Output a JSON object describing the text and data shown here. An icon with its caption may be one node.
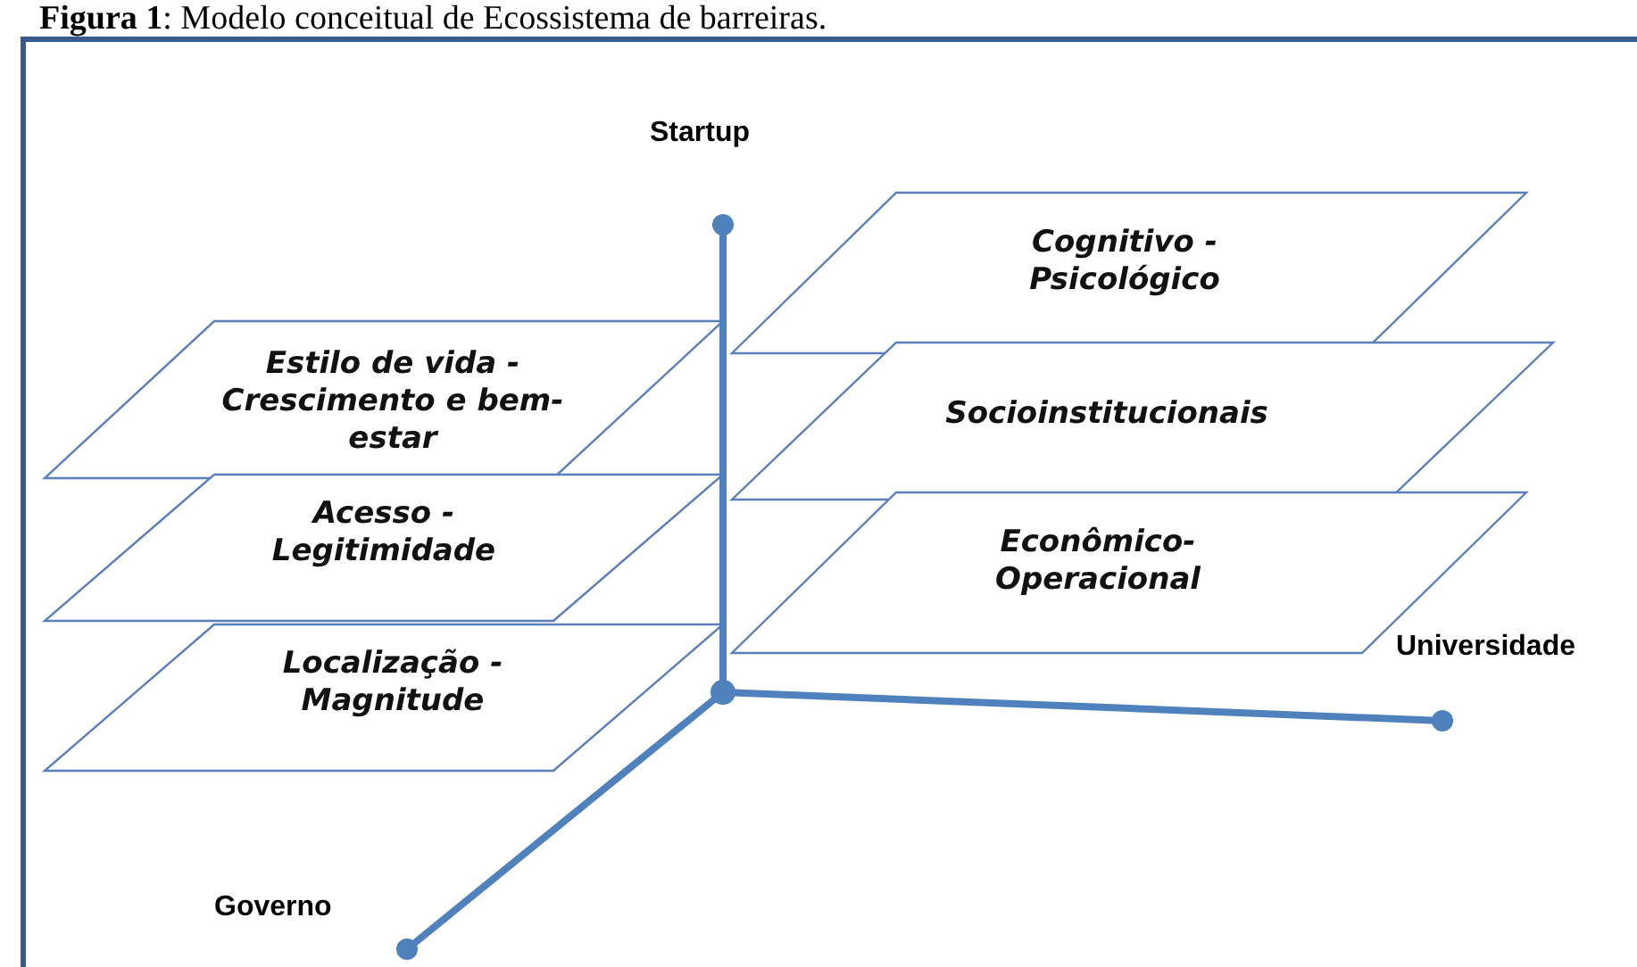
{
  "diagram": {
    "title": "**Figura 1**: Modelo conceitual de Ecossistema de barreiras.",
    "nodes": [
      {
        "text": [
          "Cognitivo - Psicológico"
        ]
      },
      {
        "text": [
          "Estilo de vida - Crescimento e bem-estar"
        ]
      },
      {
        "text": [
          "Socioinstitucionais"
        ]
      },
      {
        "text": [
          "Acesso - Legitimidade"
        ]
      },
      {
        "text": [
          "Econômico- Operacional"
        ]
      },
      {
        "text": [
          "Localização - Magnitude"
        ]
      }
    ],
    "edges": [],
    "labels": [
      "Startup",
      "Universidade",
      "Governo"
    ]
  }
}
